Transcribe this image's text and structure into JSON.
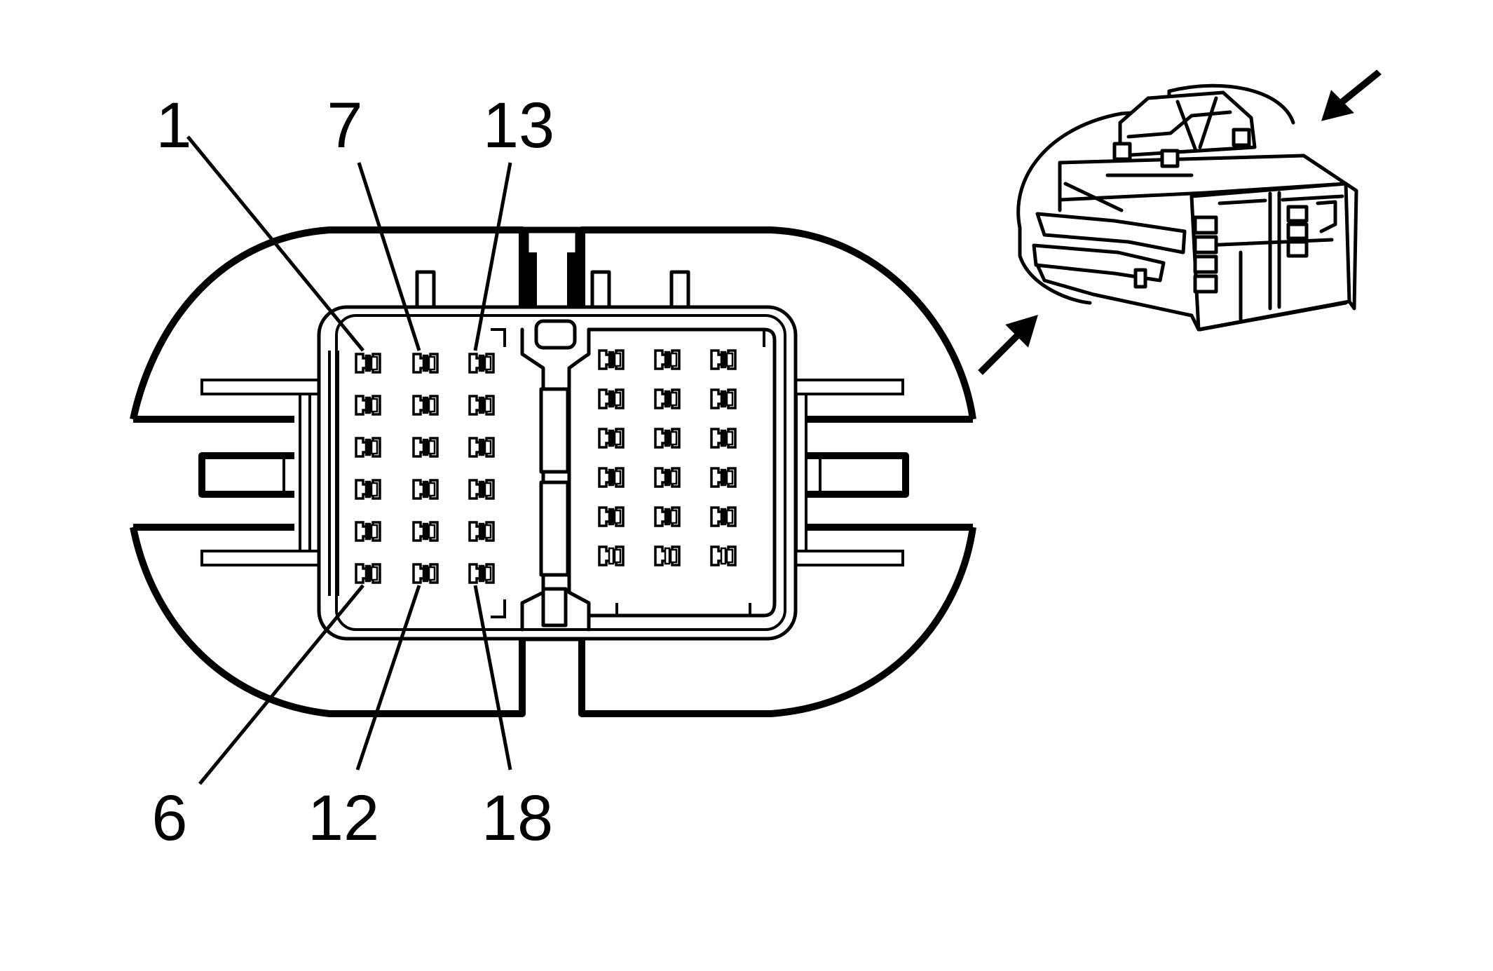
{
  "diagram": {
    "colors": {
      "ink": "#000000",
      "paper": "#ffffff"
    },
    "pin_labels": {
      "top": [
        "1",
        "7",
        "13"
      ],
      "bottom": [
        "6",
        "12",
        "18"
      ]
    },
    "cavity_grid": {
      "left_block": {
        "columns": 3,
        "rows": 6
      },
      "right_block": {
        "columns": 3,
        "rows": 6
      }
    },
    "icons": [
      "connector-face-view",
      "connector-perspective-view",
      "view-direction-arrow-icon"
    ]
  }
}
